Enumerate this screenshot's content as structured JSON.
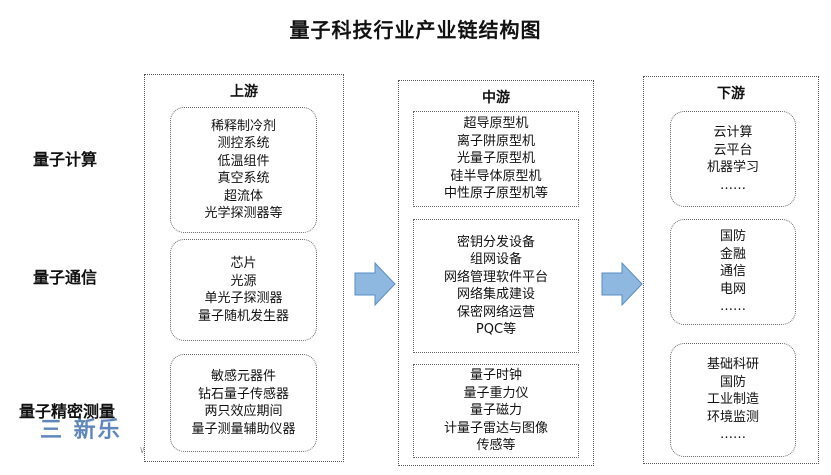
{
  "title": "量子科技行业产业链结构图",
  "rows": [
    "量子计算",
    "量子通信",
    "量子精密测量"
  ],
  "columns": {
    "upstream": {
      "title": "上游",
      "boxes": [
        [
          "稀释制冷剂",
          "测控系统",
          "低温组件",
          "真空系统",
          "超流体",
          "光学探测器等"
        ],
        [
          "芯片",
          "光源",
          "单光子探测器",
          "量子随机发生器"
        ],
        [
          "敏感元器件",
          "钻石量子传感器",
          "两只效应期间",
          "量子测量辅助仪器"
        ]
      ]
    },
    "midstream": {
      "title": "中游",
      "boxes": [
        [
          "超导原型机",
          "离子阱原型机",
          "光量子原型机",
          "硅半导体原型机",
          "中性原子原型机等"
        ],
        [
          "密钥分发设备",
          "组网设备",
          "网络管理软件平台",
          "网络集成建设",
          "保密网络运营",
          "PQC等"
        ],
        [
          "量子时钟",
          "量子重力仪",
          "量子磁力",
          "计量子雷达与图像",
          "传感等"
        ]
      ]
    },
    "downstream": {
      "title": "下游",
      "boxes": [
        [
          "云计算",
          "云平台",
          "机器学习",
          "……"
        ],
        [
          "国防",
          "金融",
          "通信",
          "电网",
          "……"
        ],
        [
          "基础科研",
          "国防",
          "工业制造",
          "环境监测",
          "……"
        ]
      ]
    }
  },
  "colors": {
    "arrow_fill": "#8fb8e0",
    "arrow_stroke": "#5a8cc4",
    "watermark": "#2a5fa8"
  },
  "watermark": {
    "logo_text": "三 新乐",
    "small_text": "WU CE"
  }
}
